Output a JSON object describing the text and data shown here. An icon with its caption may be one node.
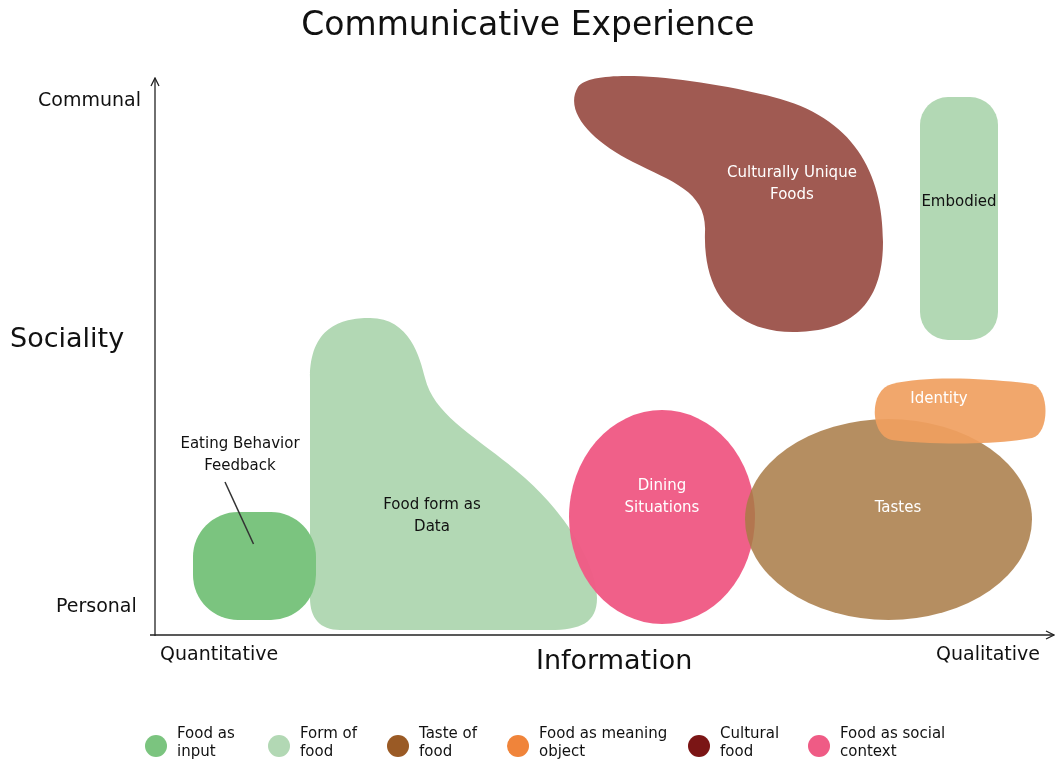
{
  "diagram": {
    "title": "Communicative Experience",
    "nodes": [
      {
        "text": [
          "Culturally Unique Foods"
        ]
      },
      {
        "text": [
          "Embodied"
        ]
      },
      {
        "text": [
          "Identity"
        ]
      },
      {
        "text": [
          "Eating Behavior Feedback"
        ]
      },
      {
        "text": [],
        "shape": "box"
      },
      {
        "text": [
          "Food form as Data"
        ]
      },
      {
        "text": [
          "Dining Situations"
        ]
      },
      {
        "text": [
          "Tastes"
        ]
      }
    ],
    "edges": [
      {
        "from": 3,
        "to": 4,
        "arrow": "none"
      }
    ],
    "labels": [
      "Communal",
      "Sociality",
      "Personal",
      "Quantitative",
      "Information",
      "Qualitative"
    ],
    "legend": [
      {
        "text": "Food as input",
        "color": "#7bc47f"
      },
      {
        "text": "Form of food",
        "color": "#b2d8b4"
      },
      {
        "text": "Taste of food",
        "color": "#9a5a25"
      },
      {
        "text": "Food as meaning object",
        "color": "#f0843a"
      },
      {
        "text": "Cultural food",
        "color": "#7b1515"
      },
      {
        "text": "Food as social context",
        "color": "#ef5b85"
      }
    ]
  }
}
